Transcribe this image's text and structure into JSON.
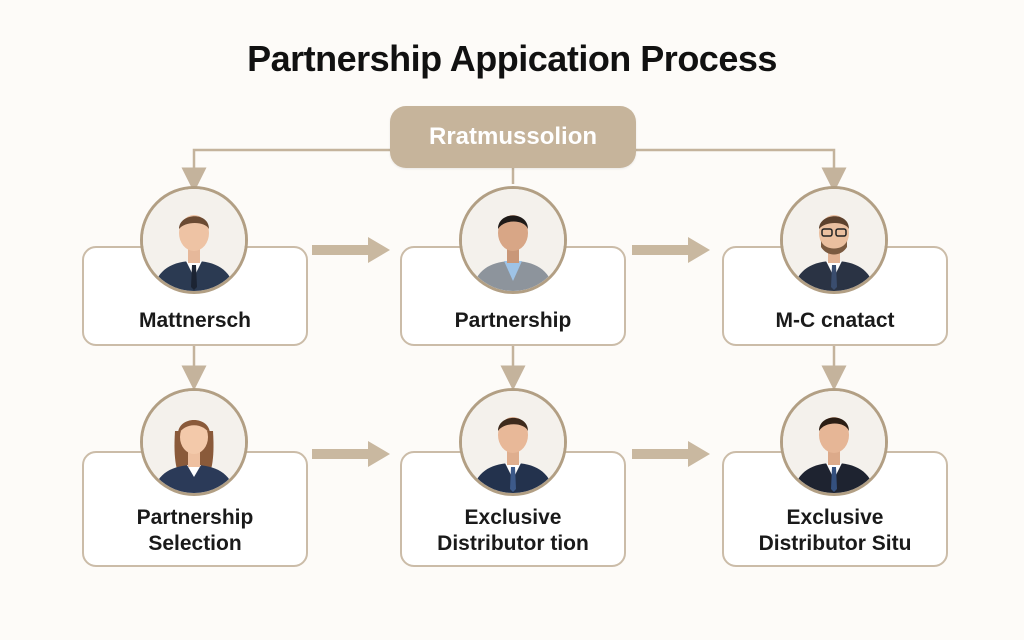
{
  "title": "Partnership Appication Process",
  "root": {
    "label": "Rratmussolion"
  },
  "nodes": [
    {
      "id": "r1c1",
      "lines": [
        "Mattnersch"
      ],
      "avatar": "male-suit-avatar"
    },
    {
      "id": "r1c2",
      "lines": [
        "Partnership"
      ],
      "avatar": "male-grey-suit-avatar"
    },
    {
      "id": "r1c3",
      "lines": [
        "M-C cnatact"
      ],
      "avatar": "male-glasses-avatar"
    },
    {
      "id": "r2c1",
      "lines": [
        "Partnership",
        "Selection"
      ],
      "avatar": "female-avatar"
    },
    {
      "id": "r2c2",
      "lines": [
        "Exclusive",
        "Distributor tion"
      ],
      "avatar": "male-navy-suit-avatar"
    },
    {
      "id": "r2c3",
      "lines": [
        "Exclusive",
        "Distributor Situ"
      ],
      "avatar": "male-black-suit-avatar"
    }
  ],
  "colors": {
    "accent": "#c6b49b",
    "card_border": "#cbbca8",
    "avatar_ring": "#b29f84",
    "connector": "#c4b39c",
    "arrow": "#c9b8a0",
    "text": "#1a1a1a"
  }
}
